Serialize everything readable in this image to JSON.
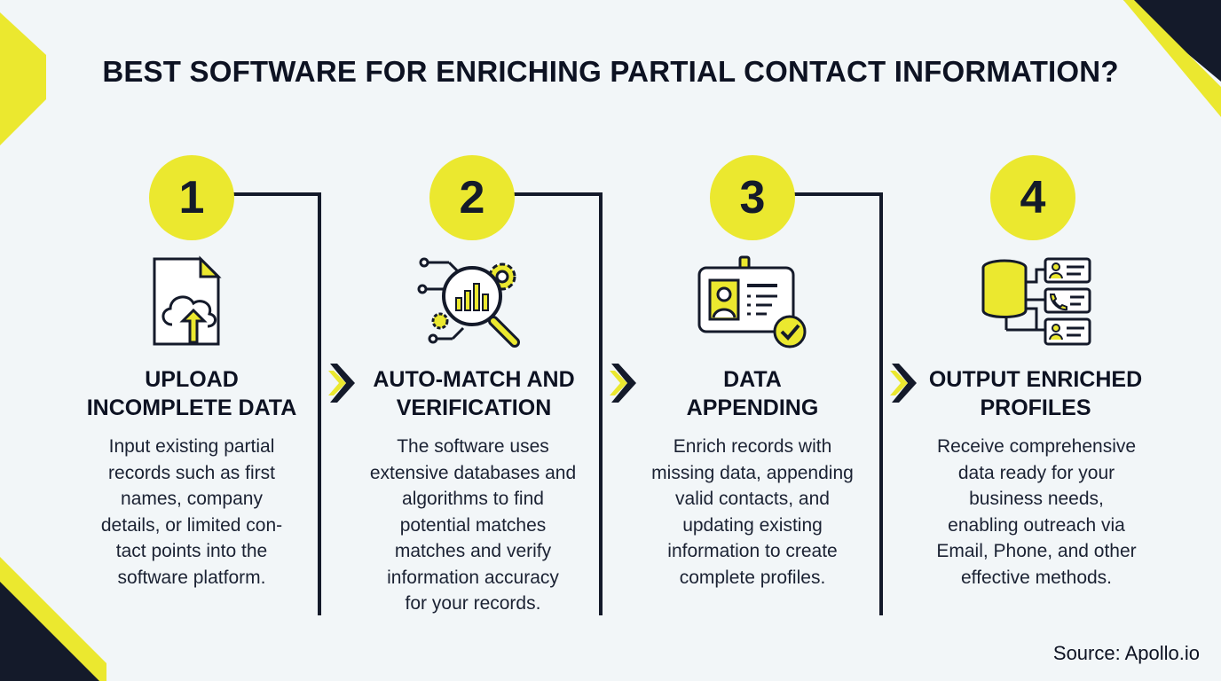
{
  "title": "BEST SOFTWARE FOR ENRICHING PARTIAL CONTACT INFORMATION?",
  "colors": {
    "accent": "#ebe82f",
    "dark": "#141a2a",
    "background": "#f2f6f8"
  },
  "steps": [
    {
      "number": "1",
      "icon": "cloud-upload-document-icon",
      "heading_line1": "UPLOAD",
      "heading_line2": "INCOMPLETE DATA",
      "desc": [
        "Input existing partial",
        "records such as first",
        "names, company",
        "details, or limited con-",
        "tact points into the",
        "software platform."
      ]
    },
    {
      "number": "2",
      "icon": "magnifier-gear-chart-icon",
      "heading_line1": "AUTO-MATCH AND",
      "heading_line2": "VERIFICATION",
      "desc": [
        "The software uses",
        "extensive databases and",
        "algorithms to find",
        "potential matches",
        "matches and verify",
        "information accuracy",
        "for your records."
      ]
    },
    {
      "number": "3",
      "icon": "id-card-check-icon",
      "heading_line1": "DATA",
      "heading_line2": "APPENDING",
      "desc": [
        "Enrich records with",
        "missing data, appending",
        "valid contacts, and",
        "updating existing",
        "information to create",
        "complete profiles."
      ]
    },
    {
      "number": "4",
      "icon": "database-profiles-icon",
      "heading_line1": "OUTPUT ENRICHED",
      "heading_line2": "PROFILES",
      "desc": [
        "Receive comprehensive",
        "data ready for your",
        "business needs,",
        "enabling outreach via",
        "Email, Phone, and other",
        "effective methods."
      ]
    }
  ],
  "source": "Source: Apollo.io"
}
